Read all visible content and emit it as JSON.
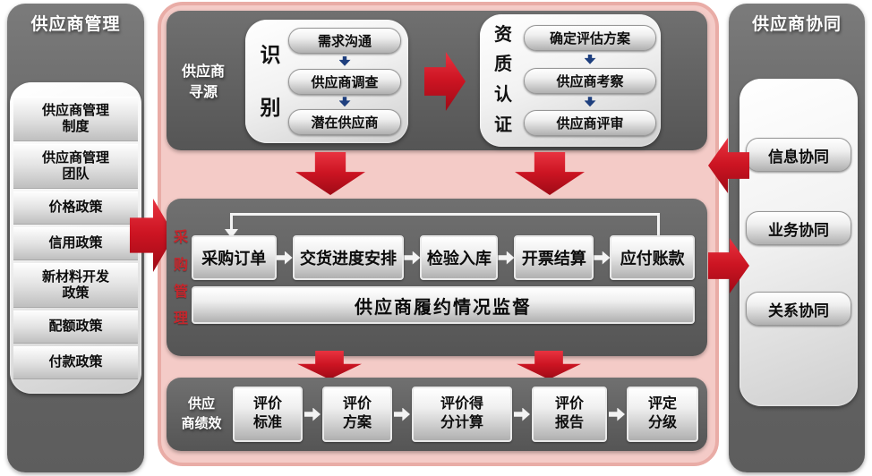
{
  "left_panel": {
    "title": "供应商管理",
    "items": [
      "供应商管理\n制度",
      "供应商管理\n团队",
      "价格政策",
      "信用政策",
      "新材料开发\n政策",
      "配额政策",
      "付款政策"
    ]
  },
  "right_panel": {
    "title": "供应商协同",
    "items": [
      "信息协同",
      "业务协同",
      "关系协同"
    ]
  },
  "sourcing": {
    "label": "供应商\n寻源",
    "identify": {
      "label": "识\n别",
      "steps": [
        "需求沟通",
        "供应商调查",
        "潜在供应商"
      ]
    },
    "qualification": {
      "label": "资\n质\n认\n证",
      "steps": [
        "确定评估方案",
        "供应商考察",
        "供应商评审"
      ]
    }
  },
  "procurement": {
    "label": "采\n购\n管\n理",
    "steps": [
      "采购订单",
      "交货进度安排",
      "检验入库",
      "开票结算",
      "应付账款"
    ],
    "monitor": "供应商履约情况监督"
  },
  "performance": {
    "label": "供应\n商绩效",
    "steps": [
      "评价\n标准",
      "评价\n方案",
      "评价得\n分计算",
      "评价\n报告",
      "评定\n分级"
    ]
  },
  "colors": {
    "panel_gray": "#646464",
    "pink_fill": "#f4cbc7",
    "pink_border": "#e9aca6",
    "arrow_red": "#cc1422",
    "procurement_label_red": "#c5262c",
    "mini_arrow_navy": "#1e3f7e"
  }
}
